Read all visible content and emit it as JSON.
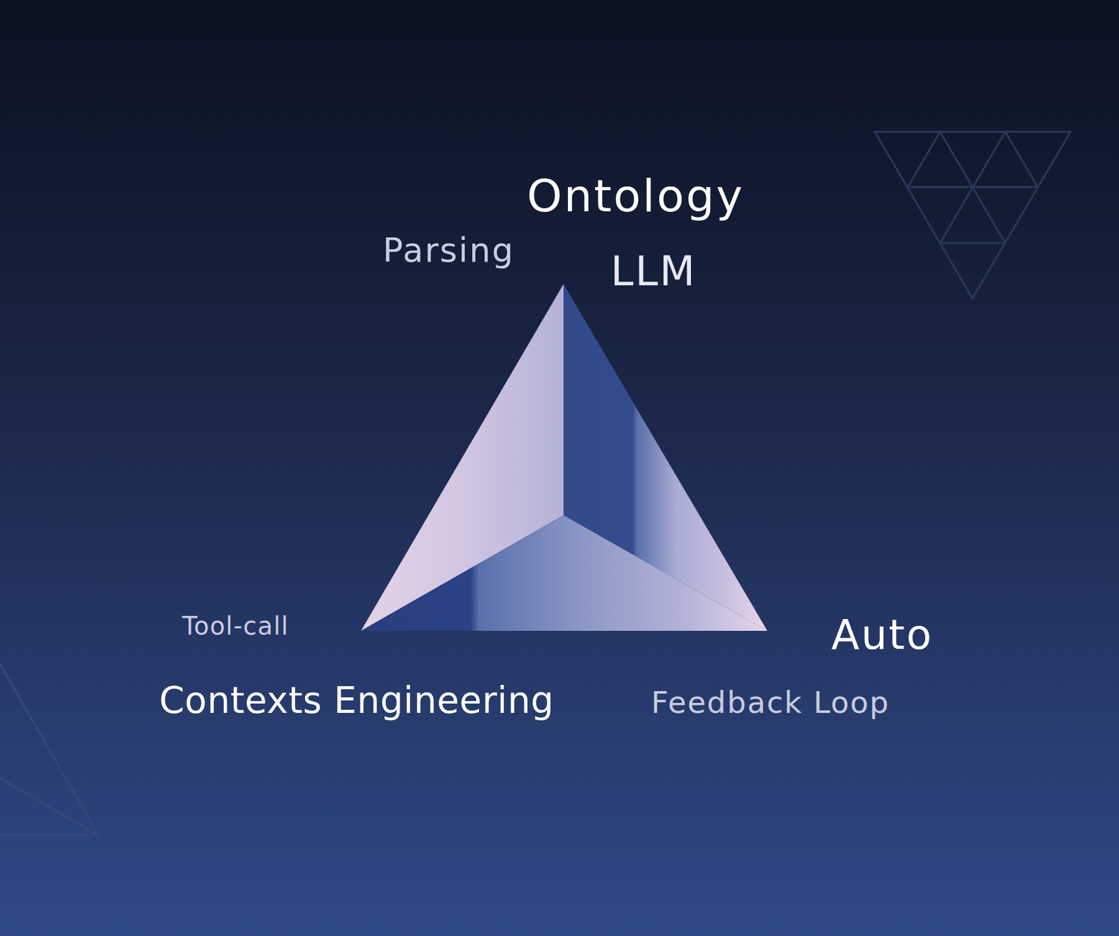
{
  "diagram": {
    "labels": [
      "Ontology",
      "Parsing",
      "LLM",
      "Tool-call",
      "Auto",
      "Contexts Engineering",
      "Feedback Loop"
    ]
  }
}
